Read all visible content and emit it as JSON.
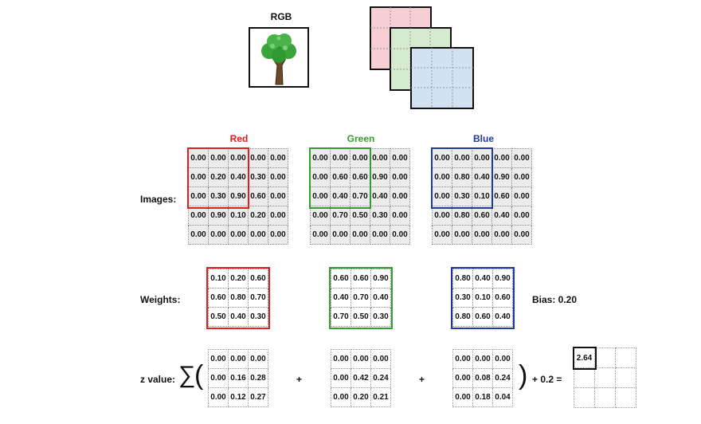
{
  "rgb_title": "RGB",
  "channels": [
    {
      "name": "Red",
      "color": "#e02020",
      "tint": "#f2c4c8",
      "image": [
        [
          "0.00",
          "0.00",
          "0.00",
          "0.00",
          "0.00"
        ],
        [
          "0.00",
          "0.20",
          "0.40",
          "0.30",
          "0.00"
        ],
        [
          "0.00",
          "0.30",
          "0.90",
          "0.60",
          "0.00"
        ],
        [
          "0.00",
          "0.90",
          "0.10",
          "0.20",
          "0.00"
        ],
        [
          "0.00",
          "0.00",
          "0.00",
          "0.00",
          "0.00"
        ]
      ],
      "weights": [
        [
          "0.10",
          "0.20",
          "0.60"
        ],
        [
          "0.60",
          "0.80",
          "0.70"
        ],
        [
          "0.50",
          "0.40",
          "0.30"
        ]
      ],
      "z": [
        [
          "0.00",
          "0.00",
          "0.00"
        ],
        [
          "0.00",
          "0.16",
          "0.28"
        ],
        [
          "0.00",
          "0.12",
          "0.27"
        ]
      ]
    },
    {
      "name": "Green",
      "color": "#3a9a32",
      "tint": "#d4e8cd",
      "image": [
        [
          "0.00",
          "0.00",
          "0.00",
          "0.00",
          "0.00"
        ],
        [
          "0.00",
          "0.60",
          "0.60",
          "0.90",
          "0.00"
        ],
        [
          "0.00",
          "0.40",
          "0.70",
          "0.40",
          "0.00"
        ],
        [
          "0.00",
          "0.70",
          "0.50",
          "0.30",
          "0.00"
        ],
        [
          "0.00",
          "0.00",
          "0.00",
          "0.00",
          "0.00"
        ]
      ],
      "weights": [
        [
          "0.60",
          "0.60",
          "0.90"
        ],
        [
          "0.40",
          "0.70",
          "0.40"
        ],
        [
          "0.70",
          "0.50",
          "0.30"
        ]
      ],
      "z": [
        [
          "0.00",
          "0.00",
          "0.00"
        ],
        [
          "0.00",
          "0.42",
          "0.24"
        ],
        [
          "0.00",
          "0.20",
          "0.21"
        ]
      ]
    },
    {
      "name": "Blue",
      "color": "#1f3a9c",
      "tint": "#cfe0f2",
      "image": [
        [
          "0.00",
          "0.00",
          "0.00",
          "0.00",
          "0.00"
        ],
        [
          "0.00",
          "0.80",
          "0.40",
          "0.90",
          "0.00"
        ],
        [
          "0.00",
          "0.30",
          "0.10",
          "0.60",
          "0.00"
        ],
        [
          "0.00",
          "0.80",
          "0.60",
          "0.40",
          "0.00"
        ],
        [
          "0.00",
          "0.00",
          "0.00",
          "0.00",
          "0.00"
        ]
      ],
      "weights": [
        [
          "0.80",
          "0.40",
          "0.90"
        ],
        [
          "0.30",
          "0.10",
          "0.60"
        ],
        [
          "0.80",
          "0.60",
          "0.40"
        ]
      ],
      "z": [
        [
          "0.00",
          "0.00",
          "0.00"
        ],
        [
          "0.00",
          "0.08",
          "0.24"
        ],
        [
          "0.00",
          "0.18",
          "0.04"
        ]
      ]
    }
  ],
  "labels": {
    "images": "Images:",
    "weights": "Weights:",
    "z_value": "z value:",
    "bias": "Bias:  0.20"
  },
  "symbols": {
    "sigma": "∑",
    "open_paren": "(",
    "close_paren": ")",
    "plus": "+",
    "tail": "+ 0.2 ="
  },
  "output": {
    "value": "2.64"
  }
}
